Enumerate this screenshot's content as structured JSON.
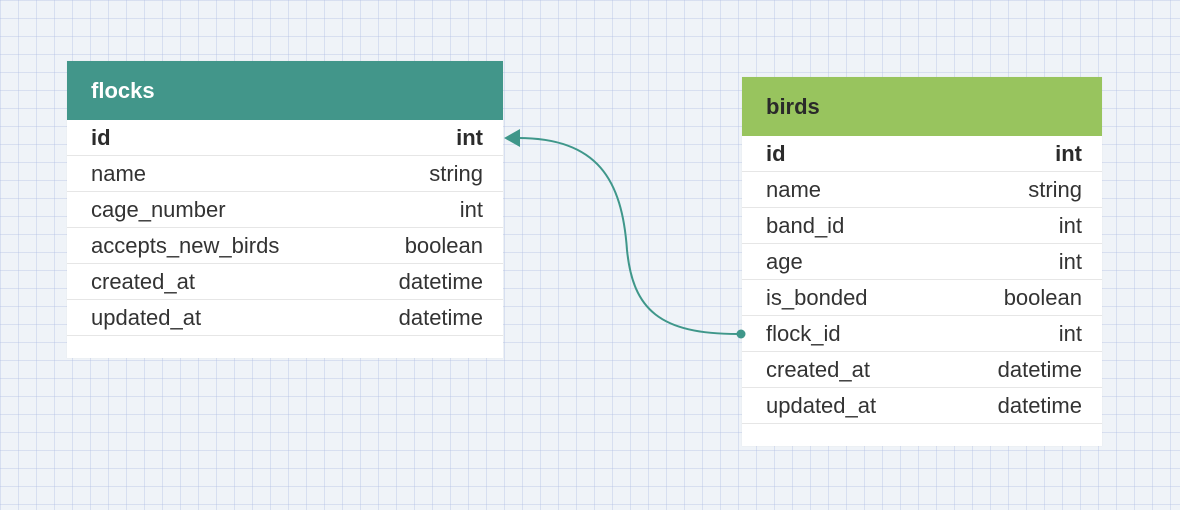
{
  "tables": [
    {
      "id": "flocks",
      "title": "flocks",
      "header_color": "#42968a",
      "title_color": "#ffffff",
      "columns": [
        {
          "name": "id",
          "type": "int",
          "primary": true
        },
        {
          "name": "name",
          "type": "string"
        },
        {
          "name": "cage_number",
          "type": "int"
        },
        {
          "name": "accepts_new_birds",
          "type": "boolean"
        },
        {
          "name": "created_at",
          "type": "datetime"
        },
        {
          "name": "updated_at",
          "type": "datetime"
        }
      ]
    },
    {
      "id": "birds",
      "title": "birds",
      "header_color": "#98c45e",
      "title_color": "#2a2a2a",
      "columns": [
        {
          "name": "id",
          "type": "int",
          "primary": true
        },
        {
          "name": "name",
          "type": "string"
        },
        {
          "name": "band_id",
          "type": "int"
        },
        {
          "name": "age",
          "type": "int"
        },
        {
          "name": "is_bonded",
          "type": "boolean"
        },
        {
          "name": "flock_id",
          "type": "int"
        },
        {
          "name": "created_at",
          "type": "datetime"
        },
        {
          "name": "updated_at",
          "type": "datetime"
        }
      ]
    }
  ],
  "relations": [
    {
      "from_table": "birds",
      "from_column": "flock_id",
      "to_table": "flocks",
      "to_column": "id",
      "color": "#3f978a"
    }
  ]
}
